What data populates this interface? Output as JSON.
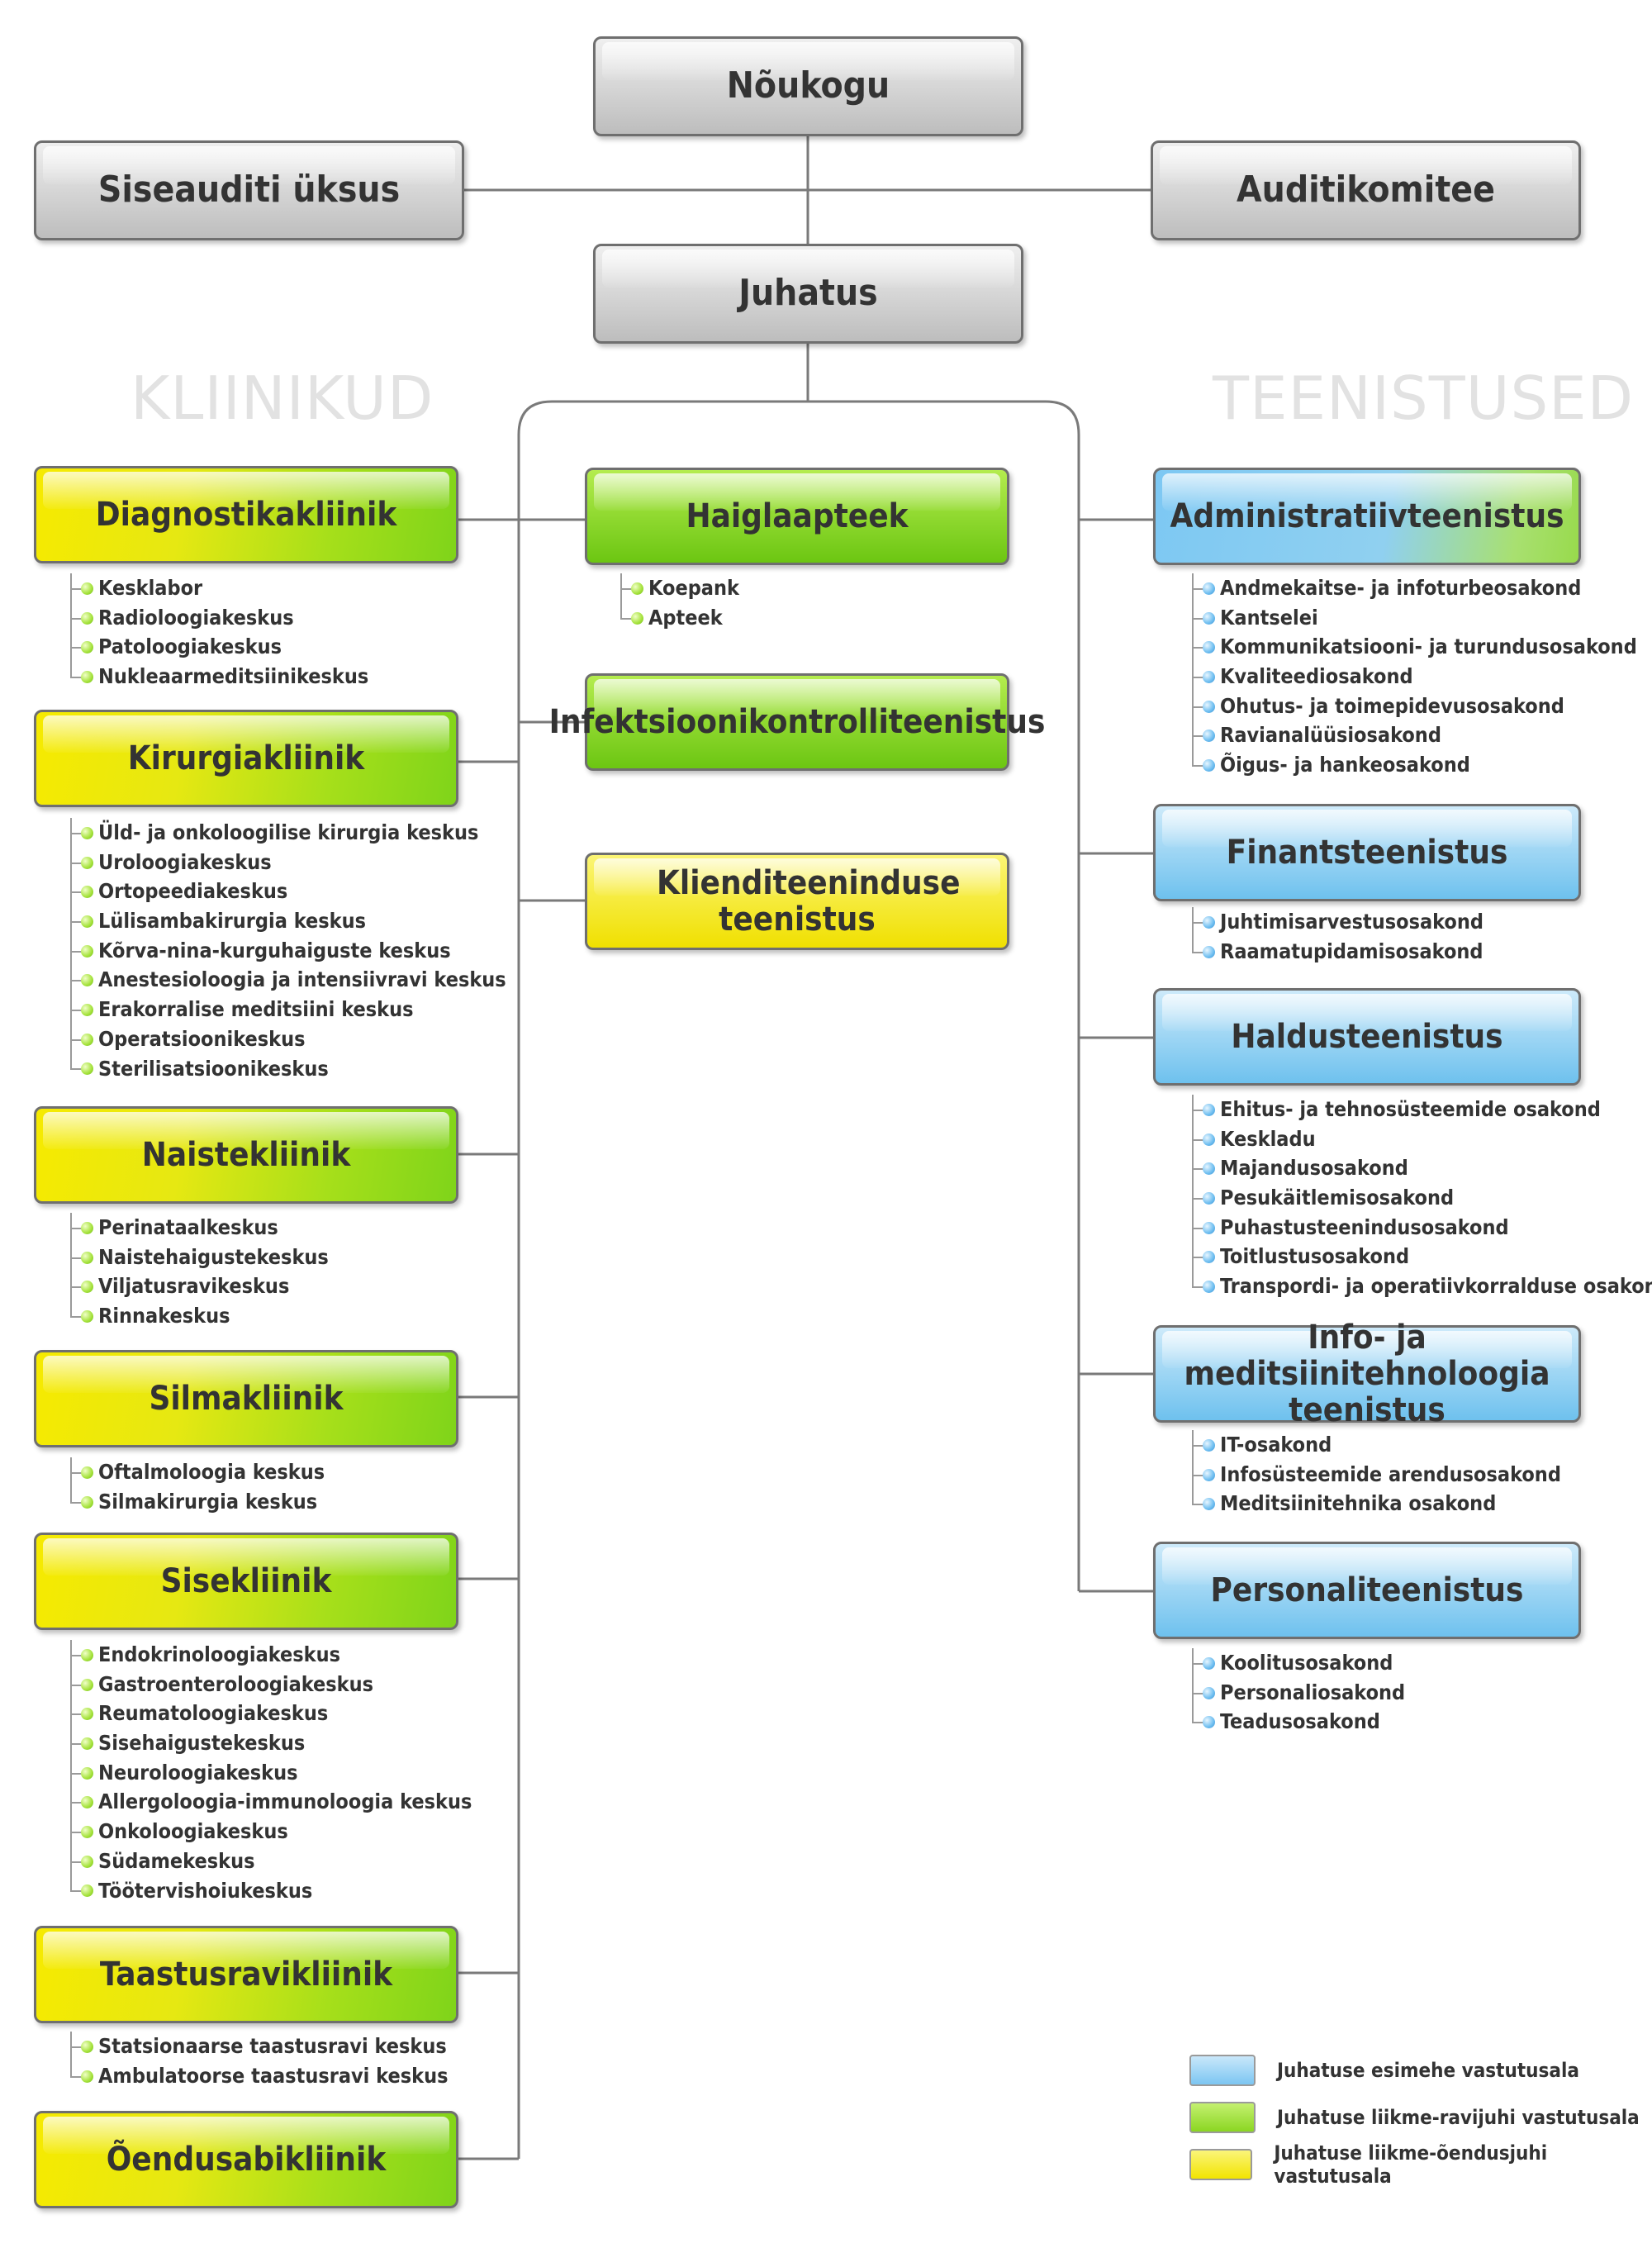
{
  "top": {
    "noukogu": "Nõukogu",
    "siseauditi": "Siseauditi üksus",
    "auditikomitee": "Auditikomitee",
    "juhatus": "Juhatus"
  },
  "section_titles": {
    "left": "KLIINIKUD",
    "right": "TEENISTUSED"
  },
  "clinics": [
    {
      "name": "Diagnostikakliinik",
      "items": [
        "Kesklabor",
        "Radioloogiakeskus",
        "Patoloogiakeskus",
        "Nukleaarmeditsiinikeskus"
      ]
    },
    {
      "name": "Kirurgiakliinik",
      "items": [
        "Üld- ja onkoloogilise kirurgia keskus",
        "Uroloogiakeskus",
        "Ortopeediakeskus",
        "Lülisambakirurgia keskus",
        "Kõrva-nina-kurguhaiguste keskus",
        "Anestesioloogia ja intensiivravi keskus",
        "Erakorralise meditsiini keskus",
        "Operatsioonikeskus",
        "Sterilisatsioonikeskus"
      ]
    },
    {
      "name": "Naistekliinik",
      "items": [
        "Perinataalkeskus",
        "Naistehaigustekeskus",
        "Viljatusravikeskus",
        "Rinnakeskus"
      ]
    },
    {
      "name": "Silmakliinik",
      "items": [
        "Oftalmoloogia keskus",
        "Silmakirurgia keskus"
      ]
    },
    {
      "name": "Sisekliinik",
      "items": [
        "Endokrinoloogiakeskus",
        "Gastroenteroloogiakeskus",
        "Reumatoloogiakeskus",
        "Sisehaigustekeskus",
        "Neuroloogiakeskus",
        "Allergoloogia-immunoloogia keskus",
        "Onkoloogiakeskus",
        "Südamekeskus",
        "Töötervishoiukeskus"
      ]
    },
    {
      "name": "Taastusravikliinik",
      "items": [
        "Statsionaarse taastusravi keskus",
        "Ambulatoorse taastusravi keskus"
      ]
    },
    {
      "name": "Õendusabikliinik",
      "items": []
    }
  ],
  "center": [
    {
      "name": "Haiglaapteek",
      "items": [
        "Koepank",
        "Apteek"
      ]
    },
    {
      "name": "Infektsioonikontrolliteenistus",
      "items": []
    },
    {
      "name": "Klienditeeninduse teenistus",
      "items": []
    }
  ],
  "services": [
    {
      "name": "Administratiivteenistus",
      "items": [
        "Andmekaitse- ja infoturbeosakond",
        "Kantselei",
        "Kommunikatsiooni- ja turundusosakond",
        "Kvaliteediosakond",
        "Ohutus- ja toimepidevusosakond",
        "Ravianalüüsiosakond",
        "Õigus- ja hankeosakond"
      ]
    },
    {
      "name": "Finantsteenistus",
      "items": [
        "Juhtimisarvestusosakond",
        "Raamatupidamisosakond"
      ]
    },
    {
      "name": "Haldusteenistus",
      "items": [
        "Ehitus- ja tehnosüsteemide osakond",
        "Keskladu",
        "Majandusosakond",
        "Pesukäitlemisosakond",
        "Puhastusteenindusosakond",
        "Toitlustusosakond",
        "Transpordi- ja operatiivkorralduse osakond"
      ]
    },
    {
      "name": "Info- ja meditsiinitehnoloogia teenistus",
      "items": [
        "IT-osakond",
        "Infosüsteemide arendusosakond",
        "Meditsiinitehnika osakond"
      ]
    },
    {
      "name": "Personaliteenistus",
      "items": [
        "Koolitusosakond",
        "Personaliosakond",
        "Teadusosakond"
      ]
    }
  ],
  "legend": [
    {
      "label": "Juhatuse esimehe vastutusala",
      "color": "#7cc6f2"
    },
    {
      "label": "Juhatuse liikme-ravijuhi vastutusala",
      "color": "#8bd622"
    },
    {
      "label": "Juhatuse liikme-õendusjuhi vastutusala",
      "color": "#f2e400"
    }
  ]
}
